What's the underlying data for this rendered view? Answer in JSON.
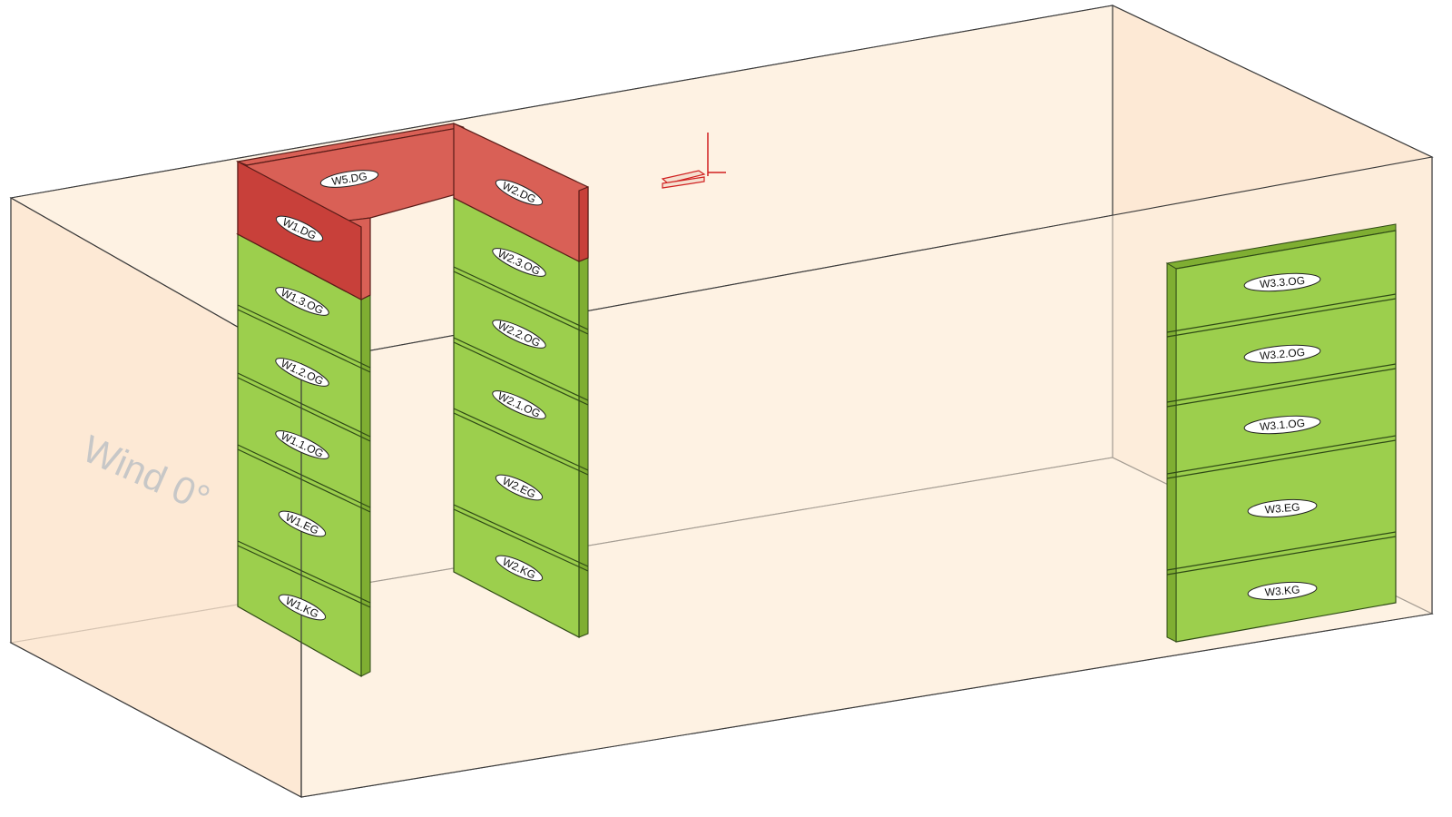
{
  "wind_label": "Wind 0°",
  "panels": {
    "W5_DG": "W5.DG",
    "W1_DG": "W1.DG",
    "W2_DG": "W2.DG",
    "W13_OG": "W1.3.OG",
    "W12_OG": "W1.2.OG",
    "W11_OG": "W1.1.OG",
    "W1_EG": "W1.EG",
    "W1_KG": "W1.KG",
    "W23_OG": "W2.3.OG",
    "W22_OG": "W2.2.OG",
    "W21_OG": "W2.1.OG",
    "W2_EG": "W2.EG",
    "W2_KG": "W2.KG",
    "W33_OG": "W3.3.OG",
    "W32_OG": "W3.2.OG",
    "W31_OG": "W3.1.OG",
    "W3_EG": "W3.EG",
    "W3_KG": "W3.KG"
  },
  "colors": {
    "box_fill": "#fde6cf",
    "wall_green": "#9ccf4d",
    "roof_red": "#d96056",
    "wind_text": "#c7c7c7"
  }
}
